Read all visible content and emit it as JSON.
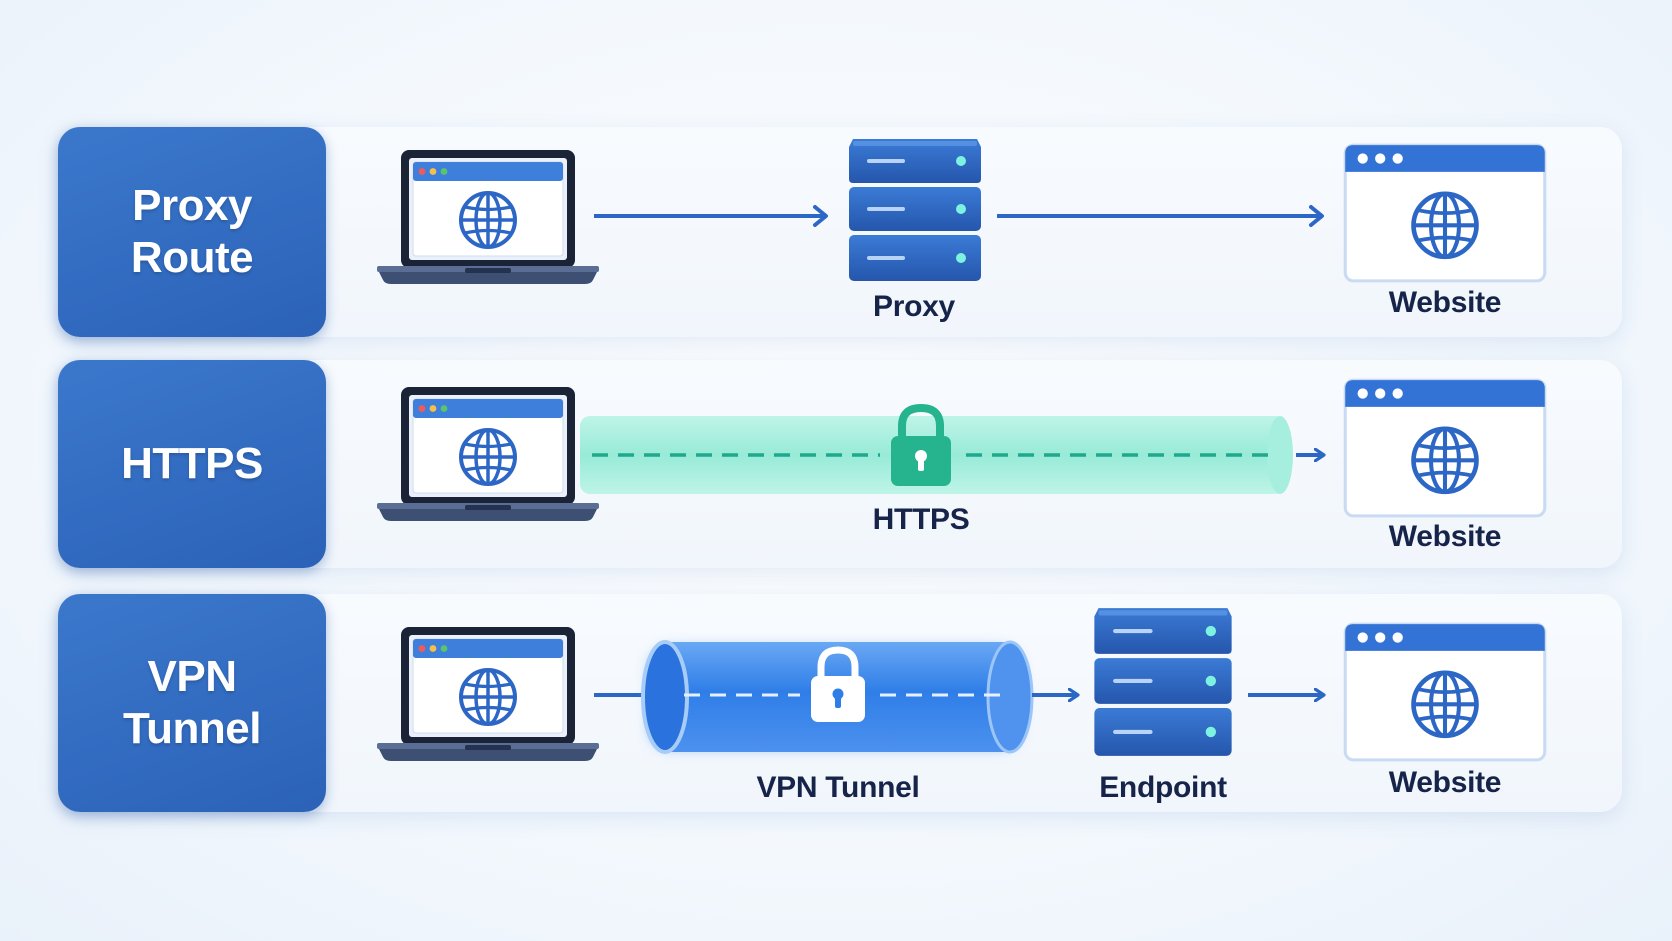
{
  "rows": [
    {
      "label": "Proxy\nRoute",
      "captions": {
        "server": "Proxy",
        "website": "Website"
      }
    },
    {
      "label": "HTTPS",
      "captions": {
        "tunnel": "HTTPS",
        "website": "Website"
      }
    },
    {
      "label": "VPN\nTunnel",
      "captions": {
        "tunnel": "VPN Tunnel",
        "server": "Endpoint",
        "website": "Website"
      }
    }
  ],
  "colors": {
    "panel": "#2f68bd",
    "arrow": "#2d67c6",
    "https_tube": "#8de9d3",
    "lock_green": "#26b48f",
    "vpn_tube": "#2f7ee8",
    "server": "#2e63c0",
    "caption": "#16244a"
  },
  "icons": [
    "laptop-icon",
    "globe-icon",
    "server-icon",
    "browser-window-icon",
    "padlock-icon"
  ]
}
